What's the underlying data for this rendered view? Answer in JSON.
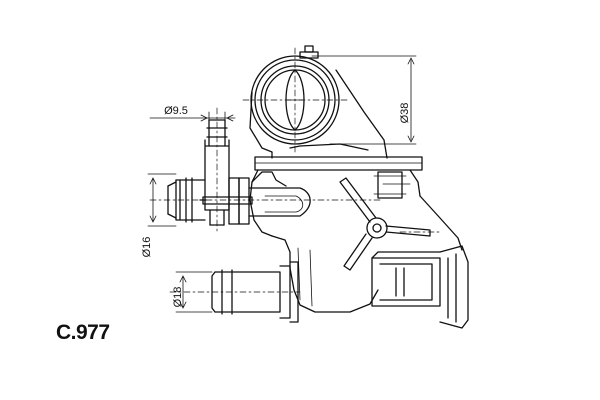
{
  "part_code": "C.977",
  "dimensions": {
    "d38": "Ø38",
    "d9_5": "Ø9.5",
    "d16": "Ø16",
    "d18": "Ø18"
  }
}
